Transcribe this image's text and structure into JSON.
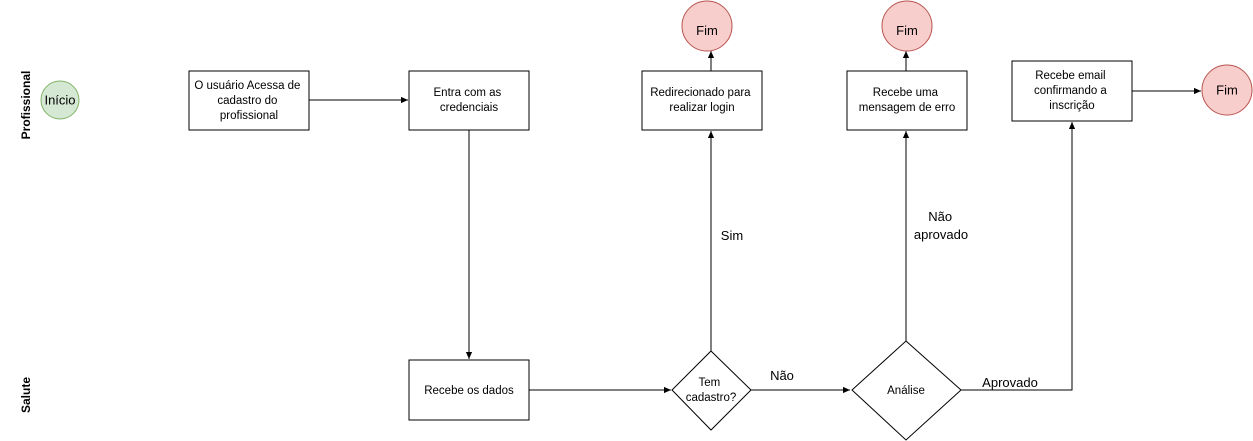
{
  "lanes": {
    "top": "Profissional",
    "bottom": "Salute"
  },
  "nodes": {
    "start": "Início",
    "access": [
      "O usuário Acessa de",
      "cadastro do",
      "profissional"
    ],
    "credentials": [
      "Entra com as",
      "credenciais"
    ],
    "receive_data": [
      "Recebe os dados"
    ],
    "has_account": [
      "Tem",
      "cadastro?"
    ],
    "redirect": [
      "Redirecionado para",
      "realizar login"
    ],
    "end_login": "Fim",
    "analysis": [
      "Análise"
    ],
    "error_msg": [
      "Recebe uma",
      "mensagem de erro"
    ],
    "end_error": "Fim",
    "email": [
      "Recebe email",
      "confirmando a",
      "inscrição"
    ],
    "end_email": "Fim"
  },
  "edges": {
    "yes": "Sim",
    "no": "Não",
    "not_approved": [
      "Não",
      "aprovado"
    ],
    "approved": "Aprovado"
  },
  "colors": {
    "start_fill": "#d5e8d4",
    "start_stroke": "#82b366",
    "end_fill": "#f8cecc",
    "end_stroke": "#b85450"
  }
}
